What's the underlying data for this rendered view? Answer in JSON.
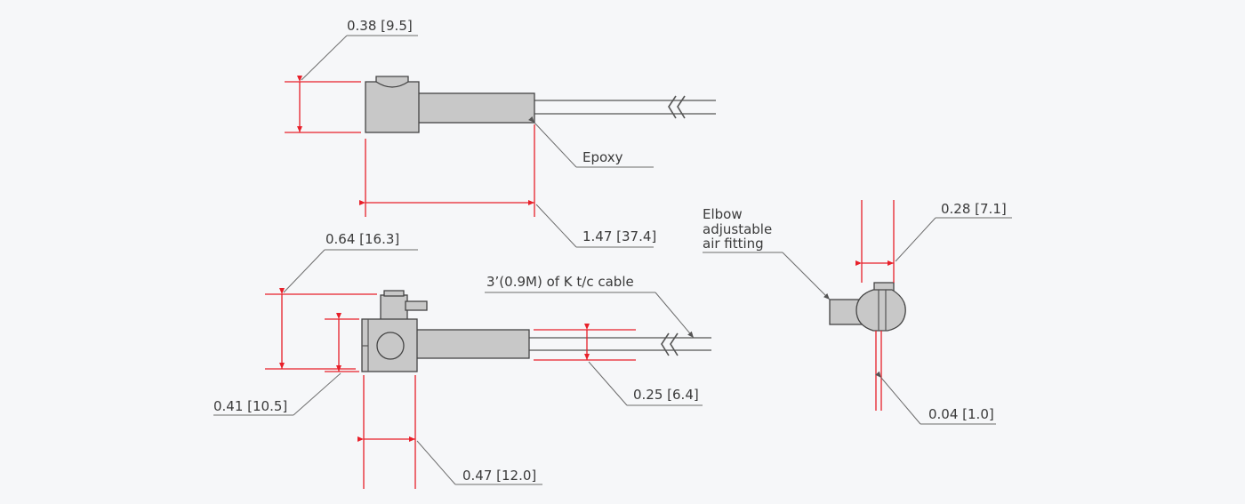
{
  "labels": {
    "top_height": "0.38 [9.5]",
    "epoxy": "Epoxy",
    "length": "1.47 [37.4]",
    "bottom_height_total": "0.64 [16.3]",
    "cable": "3’(0.9M) of K t/c cable",
    "body_height": "0.41 [10.5]",
    "cable_dia": "0.25 [6.4]",
    "body_width": "0.47 [12.0]",
    "fitting_line1": "Elbow",
    "fitting_line2": "adjustable",
    "fitting_line3": "air fitting",
    "fitting_width": "0.28 [7.1]",
    "slot_width": "0.04 [1.0]"
  },
  "colors": {
    "dimension": "#e8202a",
    "part_fill": "#c8c8c8",
    "outline": "#444444",
    "background": "#f6f7f9"
  }
}
